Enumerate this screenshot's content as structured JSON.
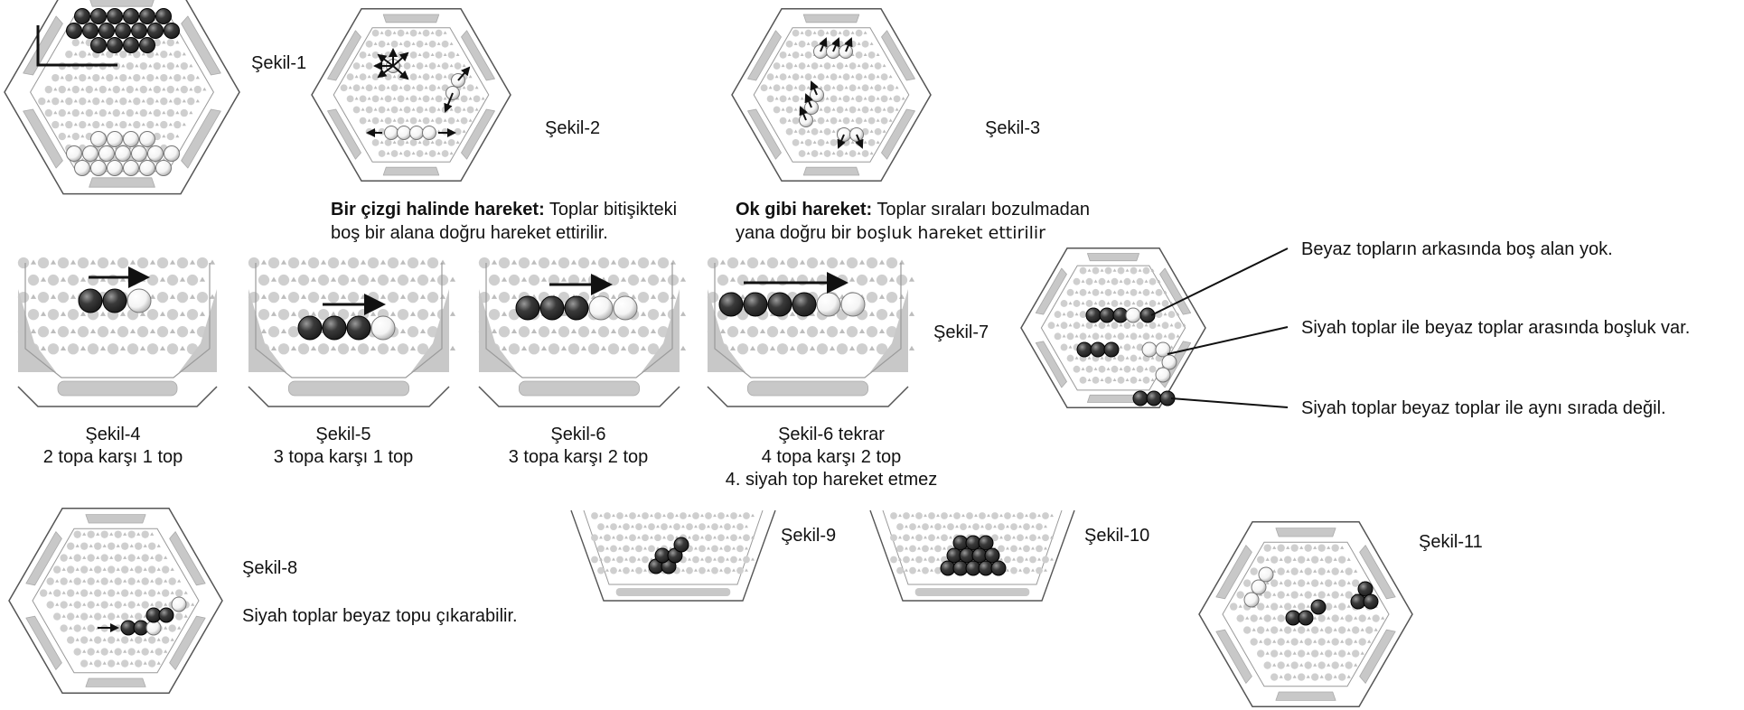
{
  "labels": {
    "f1": "Şekil-1",
    "f2": "Şekil-2",
    "f3": "Şekil-3",
    "f7": "Şekil-7",
    "f8": "Şekil-8",
    "f9": "Şekil-9",
    "f10": "Şekil-10",
    "f11": "Şekil-11"
  },
  "captions": {
    "f4": [
      "Şekil-4",
      "2 topa karşı 1 top"
    ],
    "f5": [
      "Şekil-5",
      "3 topa karşı 1 top"
    ],
    "f6": [
      "Şekil-6",
      "3 topa karşı 2 top"
    ],
    "f6b": [
      "Şekil-6 tekrar",
      "4 topa karşı 2 top",
      "4. siyah top hareket etmez"
    ]
  },
  "notes": {
    "inline_title": "Bir çizgi halinde hareket:",
    "inline_text_1": " Toplar bitişikteki",
    "inline_text_2": "boş bir alana doğru hareket ettirilir.",
    "arrow_title": "Ok gibi hareket:",
    "arrow_text_1": " Toplar sıraları bozulmadan",
    "arrow_text_2a": "yana doğru bir ",
    "arrow_text_2b": "boşluk hareket ettirilir",
    "f7_a": "Beyaz topların arkasında boş alan yok.",
    "f7_b": "Siyah toplar ile beyaz toplar arasında boşluk var.",
    "f7_c": "Siyah toplar beyaz toplar ile aynı sırada değil.",
    "f8": "Siyah toplar beyaz topu çıkarabilir."
  },
  "colors": {
    "frame": "#555555",
    "tray": "#c8c8c8",
    "hole": "#cfcfcf",
    "black_ball": "#1e1e1e",
    "white_ball": "#f4f4f4"
  }
}
